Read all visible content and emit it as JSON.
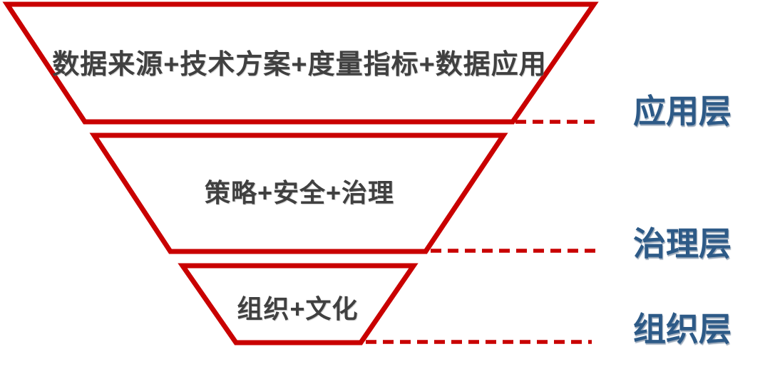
{
  "diagram": {
    "type": "inverted-funnel",
    "colors": {
      "outline": "#c90000",
      "layer_text": "#404040",
      "label_text": "#2d5a87",
      "background": "#ffffff"
    },
    "layers": [
      {
        "content": "数据来源+技术方案+度量指标+数据应用",
        "label": "应用层"
      },
      {
        "content": "策略+安全+治理",
        "label": "治理层"
      },
      {
        "content": "组织+文化",
        "label": "组织层"
      }
    ]
  }
}
